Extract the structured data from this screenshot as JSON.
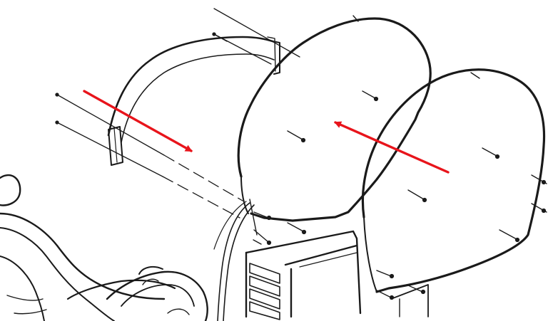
{
  "diagram": {
    "background": "#ffffff",
    "line_color": "#1a1a1a",
    "arrow_color": "#e8141b",
    "arrows": [
      {
        "name": "install-direction-arrow-right",
        "direction": "down-right"
      },
      {
        "name": "install-direction-arrow-left",
        "direction": "up-left"
      }
    ]
  }
}
